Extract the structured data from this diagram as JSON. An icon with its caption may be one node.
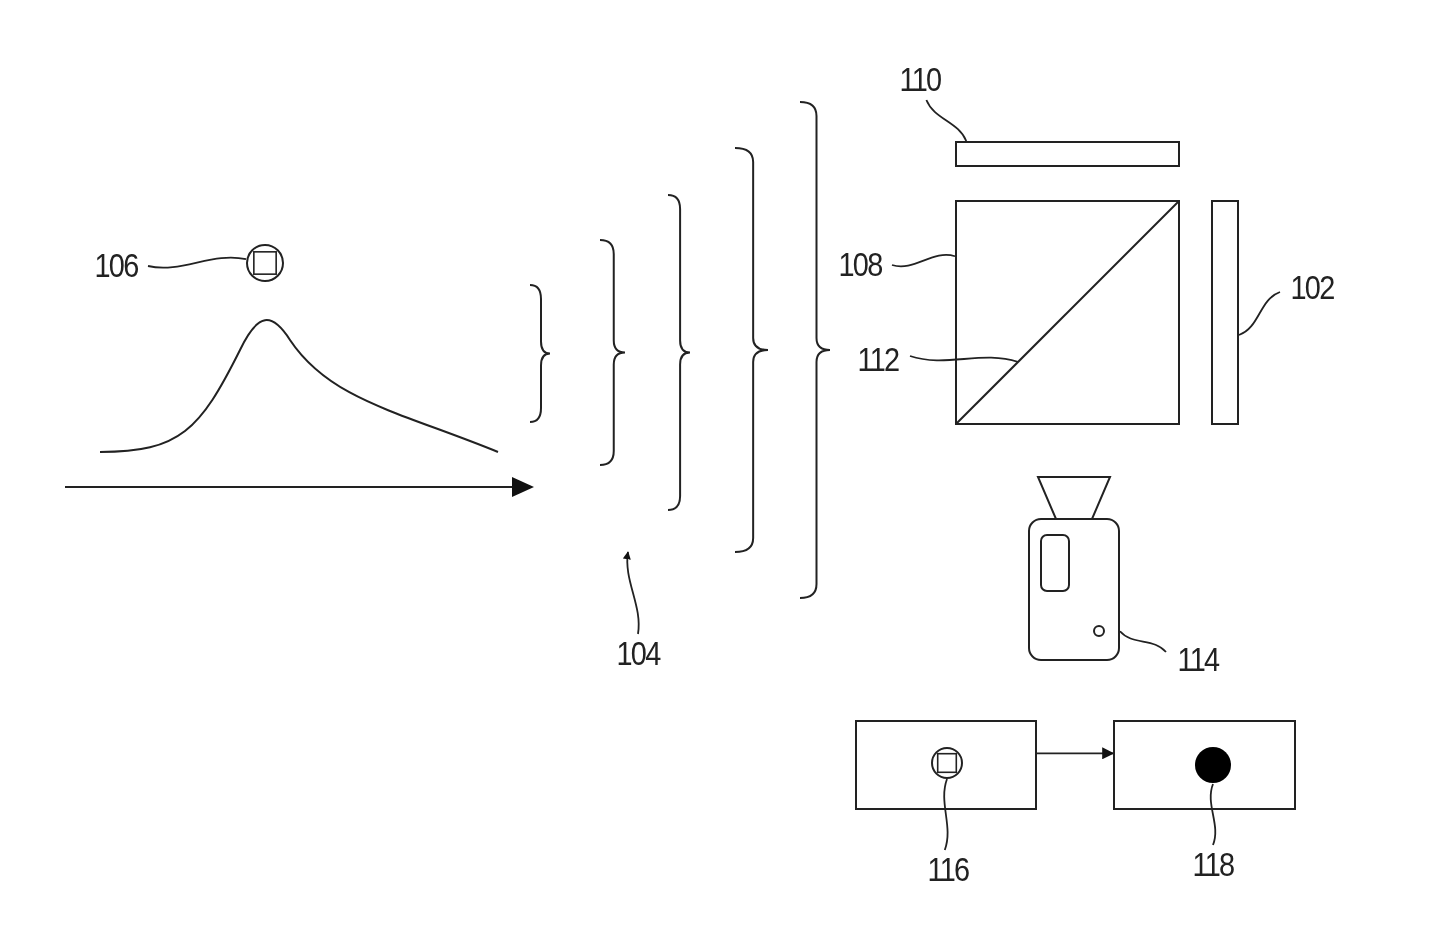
{
  "diagram": {
    "nodes": [
      {
        "text": [
          "106"
        ]
      },
      {
        "text": [],
        "shape": "picture"
      },
      {
        "text": [
          "110"
        ]
      },
      {
        "text": [],
        "shape": "box"
      },
      {
        "text": [
          "108"
        ]
      },
      {
        "text": [],
        "shape": "box"
      },
      {
        "text": [
          "112"
        ]
      },
      {
        "text": [
          "102"
        ]
      },
      {
        "text": [],
        "shape": "box"
      },
      {
        "text": [
          "104"
        ]
      },
      {
        "text": [
          "114"
        ]
      },
      {
        "text": [],
        "shape": "picture"
      },
      {
        "text": [],
        "shape": "box"
      },
      {
        "text": [],
        "shape": "picture",
        "in": 12
      },
      {
        "text": [
          "116"
        ]
      },
      {
        "text": [],
        "shape": "box"
      },
      {
        "text": [],
        "shape": "circle",
        "in": 15
      },
      {
        "text": [
          "118"
        ]
      }
    ],
    "edges": [
      {
        "from": 0,
        "to": 1,
        "arrow": "none"
      },
      {
        "from": 2,
        "to": 3,
        "arrow": "none"
      },
      {
        "from": 4,
        "to": 5,
        "arrow": "none"
      },
      {
        "from": 6,
        "to": 5,
        "arrow": "none"
      },
      {
        "from": 7,
        "to": 8,
        "arrow": "none"
      },
      {
        "from": 9,
        "to": null,
        "arrow": "to"
      },
      {
        "from": 10,
        "to": 11,
        "arrow": "none"
      },
      {
        "from": 14,
        "to": 13,
        "arrow": "none"
      },
      {
        "from": 17,
        "to": 16,
        "arrow": "none"
      },
      {
        "from": 12,
        "to": 15,
        "arrow": "to"
      }
    ]
  }
}
